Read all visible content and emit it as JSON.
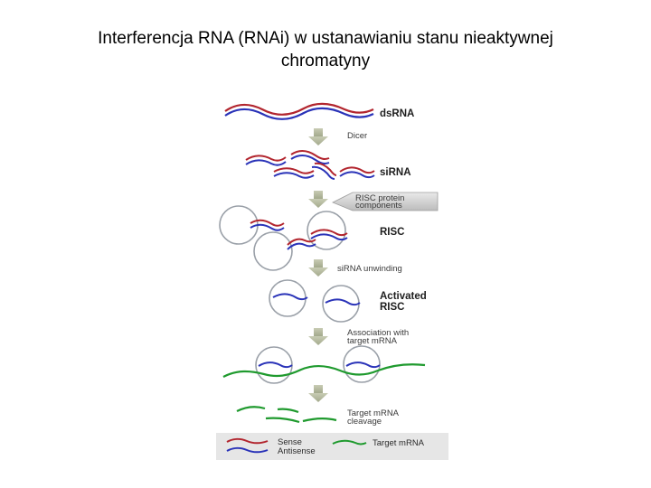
{
  "title": {
    "line1": "Interferencja RNA (RNAi) w ustanawianiu stanu nieaktywnej",
    "line2": "chromatyny"
  },
  "diagram": {
    "labels": {
      "dsRNA": "dsRNA",
      "dicer": "Dicer",
      "siRNA": "siRNA",
      "risc_protein_line1": "RISC protein",
      "risc_protein_line2": "components",
      "risc": "RISC",
      "unwinding": "siRNA unwinding",
      "activated_line1": "Activated",
      "activated_line2": "RISC",
      "association_line1": "Association with",
      "association_line2": "target mRNA",
      "cleavage_line1": "Target mRNA",
      "cleavage_line2": "cleavage"
    },
    "legend": {
      "sense": "Sense",
      "antisense": "Antisense",
      "target": "Target mRNA"
    },
    "colors": {
      "sense": "#b2252e",
      "antisense": "#2a33b8",
      "target": "#1f9a2e",
      "arrow": "#b6bba0",
      "circle": "#9aa0a8",
      "legend_bg": "#e6e6e6"
    }
  }
}
